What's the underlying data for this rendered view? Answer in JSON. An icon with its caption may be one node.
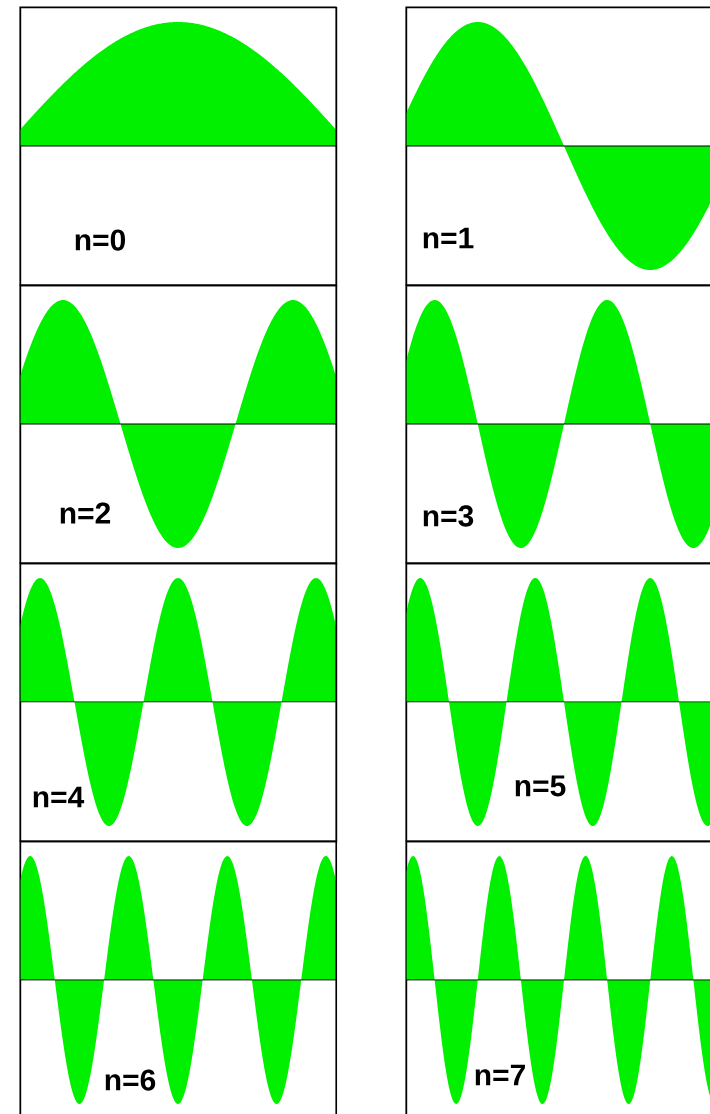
{
  "diagram": {
    "nodes": [
      {
        "text": [
          "n=0"
        ]
      },
      {
        "text": [
          "n=1"
        ]
      },
      {
        "text": [
          "n=2"
        ]
      },
      {
        "text": [
          "n=3"
        ]
      },
      {
        "text": [
          "n=4"
        ]
      },
      {
        "text": [
          "n=5"
        ]
      },
      {
        "text": [
          "n=6"
        ]
      },
      {
        "text": [
          "n=7"
        ]
      }
    ]
  }
}
